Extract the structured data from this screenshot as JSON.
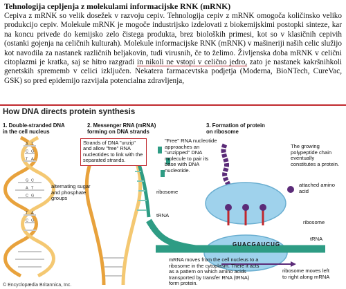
{
  "article": {
    "title": "Tehnologija cepljenja z molekulami informacijske RNK (mRNK)",
    "para_part1": "Cepiva z mRNK so velik dosežek v razvoju cepiv. Tehnologija cepiv z mRNK omogoča količinsko veliko produkcijo cepiv. Molekule mRNK je mogoče industrijsko izdelovati z biokemijskimi postopki sinteze, kar na koncu privede do kemijsko zelo čistega produkta, brez bioloških primesi, kot so v klasičnih cepivih (ostanki gojenja na celičnih kulturah). Molekule informacijske RNK (mRNK) v mašineriji naših celic služijo kot navodila za nastanek različnih beljakovin, tudi virusnih, če to želimo. Življenska doba mRNK v celični citoplazmi je kratka, saj se hitro razgradi ",
    "para_underlined": "in nikoli ne vstopi v celično jedro,",
    "para_part2": " zato je nastanek kakršnihkoli genetskih sprememb v celici izključen. Nekatera farmacevtska podjetja (Moderna, BioNTech, CureVac, GSK) so pred epidemijo razvijala potencialna zdravljenja,"
  },
  "figure": {
    "title": "How DNA directs protein synthesis",
    "step1": "1. Double-stranded DNA\nin the cell nucleus",
    "step2": "2. Messenger RNA (mRNA)\nforming on DNA strands",
    "step3": "3. Formation of protein\non ribosome",
    "callout_unzip": "Strands of DNA \"unzip\" and allow \"free\" RNA nucleotides to link with the separated strands.",
    "free_nucleotide": "\"Free\" RNA nucleotide approaches an \"unzipped\" DNA molecule to pair its base with DNA nucleotide.",
    "polypeptide": "The growing polypeptide chain eventually constitutes a protein.",
    "sugar_phosphate": "alternating sugar and phosphate groups",
    "ribosome_label_1": "ribosome",
    "ribosome_label_2": "ribosome",
    "trna_label_1": "tRNA",
    "trna_label_2": "tRNA",
    "amino_acid": "attached amino acid",
    "mrna_moves": "mRNA moves from the cell nucleus to a ribosome in the cytoplasm. There it acts as a pattern on which amino acids transported by transfer RNA (tRNA) form protein.",
    "ribosome_moves": "ribosome moves left to right along mRNA",
    "codon_strip": "GUACGAUCUG",
    "dna_letters": [
      "A",
      "T",
      "C",
      "G",
      "T",
      "A",
      "G",
      "C",
      "A",
      "T",
      "C",
      "G",
      "T",
      "A",
      "C",
      "G"
    ],
    "credit": "© Encyclopædia Britannica, Inc."
  },
  "colors": {
    "rule": "#c0272d",
    "dna_orange": "#e8a23c",
    "mrna_green": "#2e9c84",
    "ribosome_blue": "#9fd2ec",
    "amino_purple": "#5b2b78"
  }
}
